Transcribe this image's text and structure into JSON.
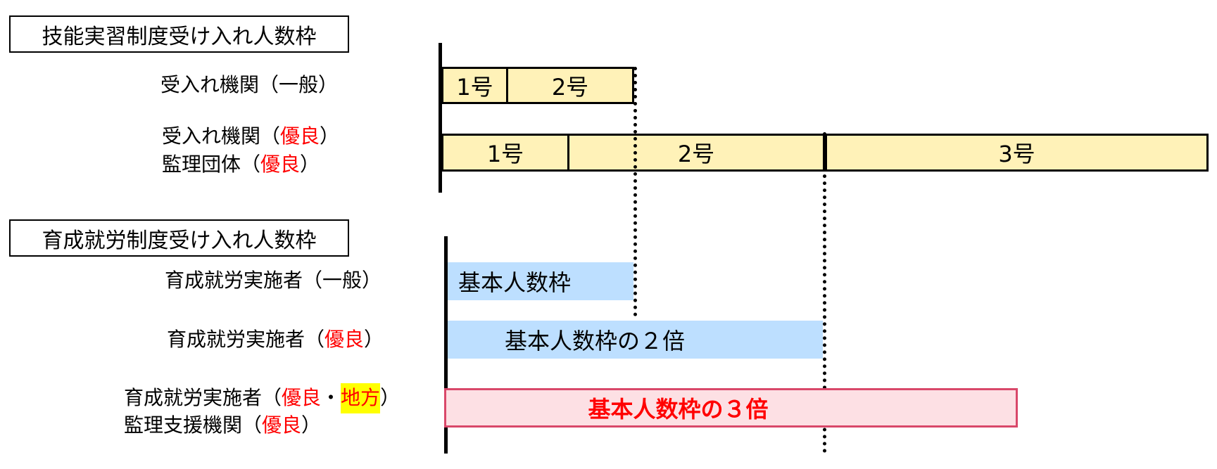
{
  "ginou": {
    "title": "技能実習制度受け入れ人数枠",
    "row1": {
      "label": "受入れ機関（一般）",
      "segments": [
        "1号",
        "2号"
      ]
    },
    "row2": {
      "line1_prefix": "受入れ機関（",
      "line1_red": "優良",
      "line1_suffix": "）",
      "line2_prefix": "監理団体（",
      "line2_red": "優良",
      "line2_suffix": "）",
      "segments": [
        "1号",
        "2号",
        "3号"
      ]
    }
  },
  "ikusei": {
    "title": "育成就労制度受け入れ人数枠",
    "row1": {
      "label": "育成就労実施者（一般）",
      "bar": "基本人数枠"
    },
    "row2": {
      "prefix": "育成就労実施者（",
      "red": "優良",
      "suffix": "）",
      "bar": "基本人数枠の２倍"
    },
    "row3": {
      "line1_prefix": "育成就労実施者（",
      "line1_red": "優良",
      "line1_sep": "・",
      "line1_highlight": "地方",
      "line1_suffix": "）",
      "line2_prefix": "監理支援機関（",
      "line2_red": "優良",
      "line2_suffix": "）",
      "bar": "基本人数枠の３倍"
    }
  },
  "colors": {
    "segment_fill": "#fff2b8",
    "blue_fill": "#bddfff",
    "pink_fill": "#fde0e4",
    "pink_border": "#d9486a",
    "accent_red": "#ff0000",
    "highlight": "#ffff00"
  }
}
